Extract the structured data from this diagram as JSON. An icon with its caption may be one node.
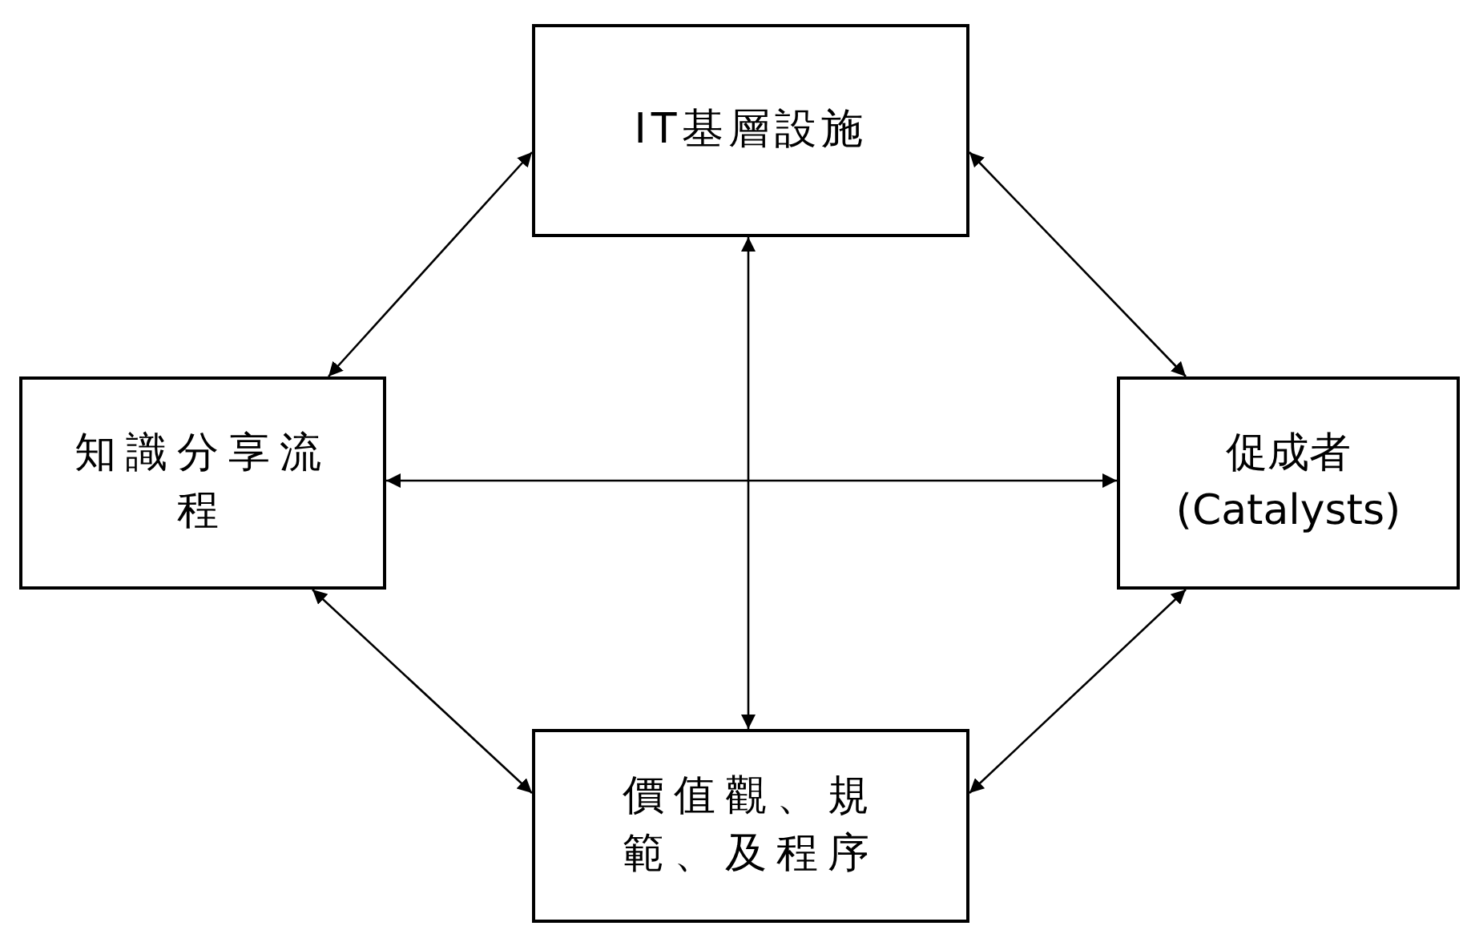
{
  "diagram": {
    "nodes": [
      {
        "text": [
          "IT基層設施"
        ]
      },
      {
        "text": [
          "知識分享流程"
        ]
      },
      {
        "text": [
          "促成者 (Catalysts)"
        ]
      },
      {
        "text": [
          "價值觀、規範、及程序"
        ]
      }
    ],
    "edges": [
      {
        "from": 0,
        "to": 1,
        "arrow": "both"
      },
      {
        "from": 0,
        "to": 2,
        "arrow": "both"
      },
      {
        "from": 1,
        "to": 2,
        "arrow": "both"
      },
      {
        "from": 0,
        "to": 3,
        "arrow": "both"
      },
      {
        "from": 1,
        "to": 3,
        "arrow": "both"
      },
      {
        "from": 2,
        "to": 3,
        "arrow": "both"
      }
    ]
  }
}
